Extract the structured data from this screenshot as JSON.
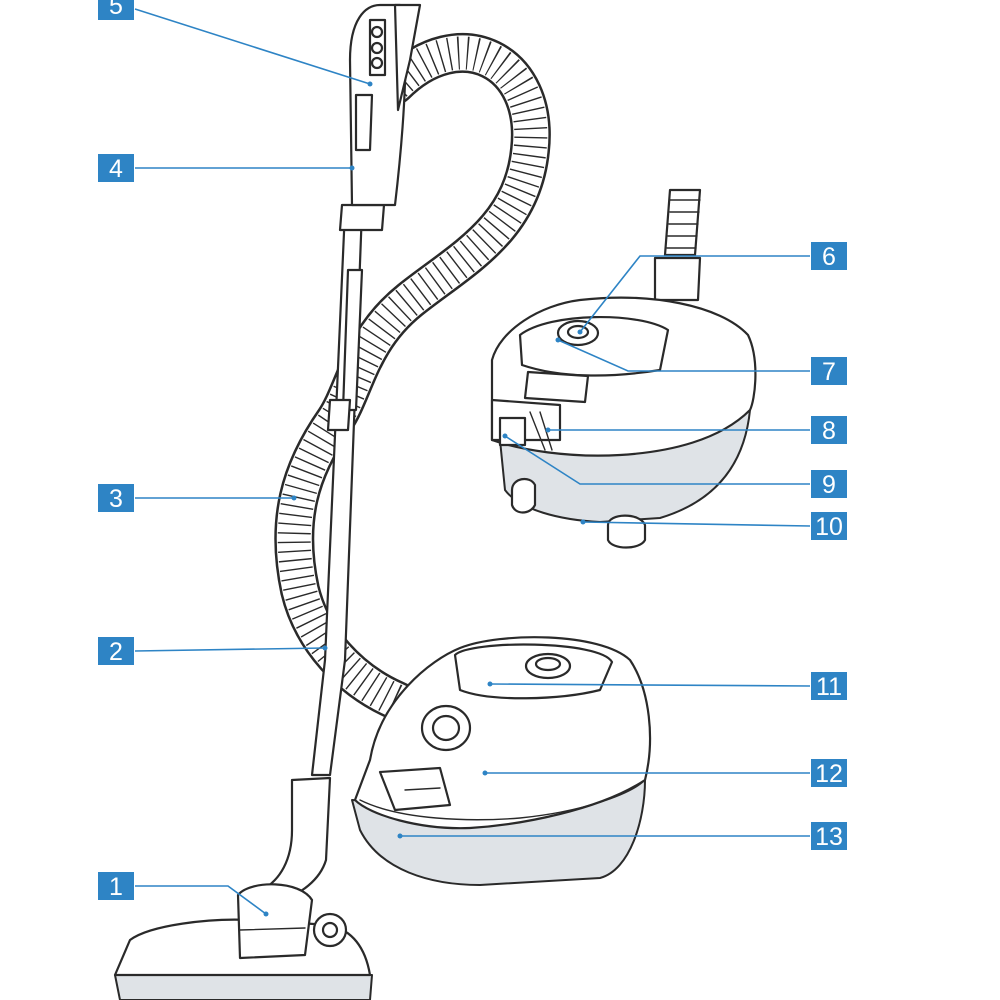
{
  "labels": [
    {
      "id": "1",
      "text": "1",
      "part": "floor-nozzle"
    },
    {
      "id": "2",
      "text": "2",
      "part": "telescopic-tube"
    },
    {
      "id": "3",
      "text": "3",
      "part": "hose"
    },
    {
      "id": "4",
      "text": "4",
      "part": "handle"
    },
    {
      "id": "5",
      "text": "5",
      "part": "handle-controls"
    },
    {
      "id": "6",
      "text": "6",
      "part": "power-button"
    },
    {
      "id": "7",
      "text": "7",
      "part": "filter-indicator"
    },
    {
      "id": "8",
      "text": "8",
      "part": "bag-compartment"
    },
    {
      "id": "9",
      "text": "9",
      "part": "filter-holder"
    },
    {
      "id": "10",
      "text": "10",
      "part": "wheels"
    },
    {
      "id": "11",
      "text": "11",
      "part": "hose-connection"
    },
    {
      "id": "12",
      "text": "12",
      "part": "appliance-body"
    },
    {
      "id": "13",
      "text": "13",
      "part": "parking-slot"
    }
  ],
  "colors": {
    "accent": "#2e84c5",
    "ink": "#2a2a2a",
    "shade": "#dfe3e7"
  }
}
